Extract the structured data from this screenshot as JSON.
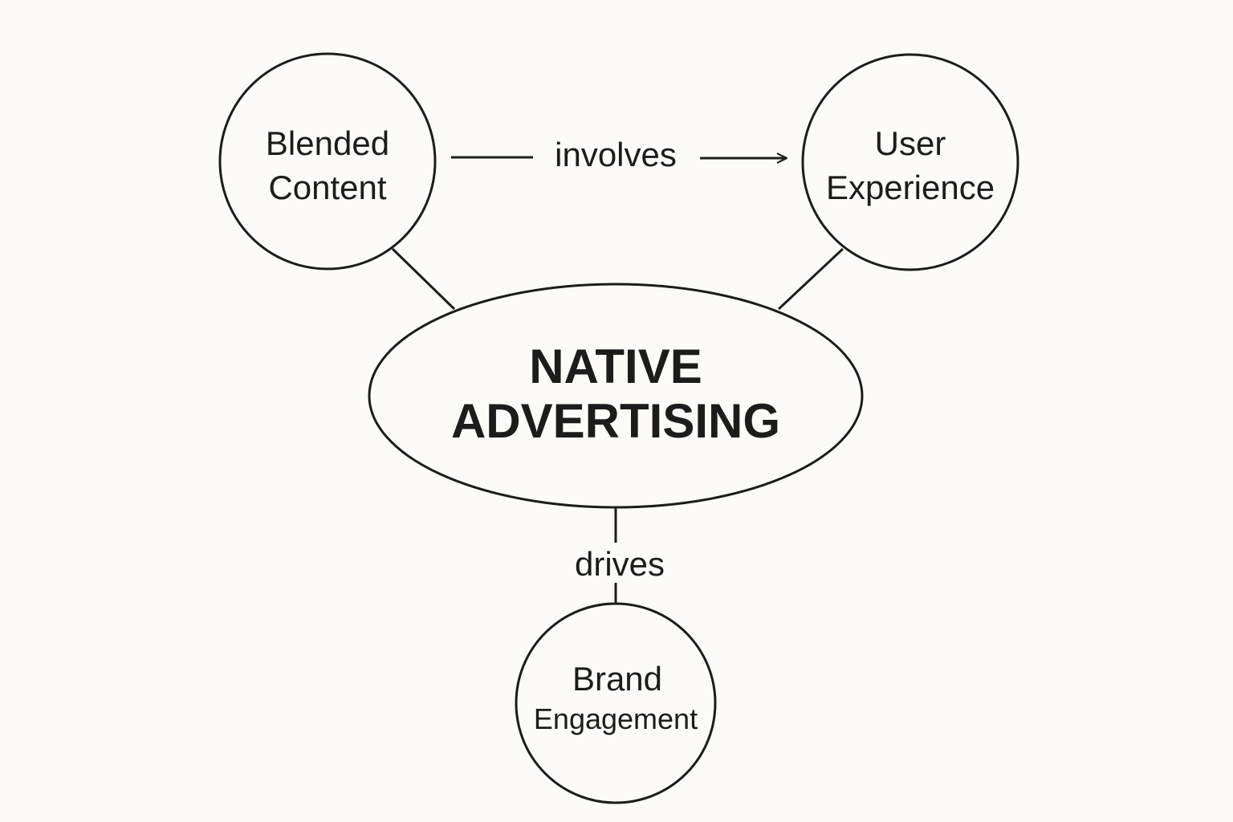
{
  "diagram": {
    "center": {
      "line1": "NATIVE",
      "line2": "ADVERTISING"
    },
    "nodes": {
      "blended_content": {
        "line1": "Blended",
        "line2": "Content"
      },
      "user_experience": {
        "line1": "User",
        "line2": "Experience"
      },
      "brand_engagement": {
        "line1": "Brand",
        "line2": "Engagement"
      }
    },
    "edges": {
      "involves": "involves",
      "drives": "drives"
    }
  },
  "colors": {
    "background": "#fcfbf7",
    "stroke": "#1c1c1c"
  }
}
